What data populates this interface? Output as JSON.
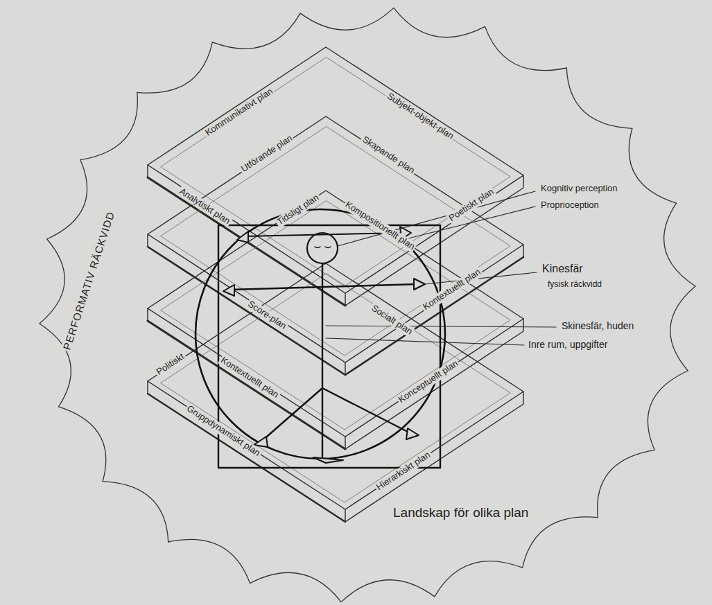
{
  "diagram": {
    "nodes": [
      {
        "text": [
          "PERFORMATIV RÄCKVIDD",
          "Landskap för olika plan"
        ]
      }
    ],
    "labels": [
      "Kommunikativt plan",
      "Subjekt-objekt-plan",
      "Utförande plan",
      "Skapande plan",
      "Analytiskt plan",
      "Poetiskt plan",
      "Tidsligt plan",
      "Kompositionellt plan",
      "Kognitiv perception",
      "Proprioception",
      "Kinesfär",
      "fysisk räckvidd",
      "Kontextuellt plan",
      "Score-plan",
      "Socialt plan",
      "Skinesfär, huden",
      "Inre rum, uppgifter",
      "Politiskt",
      "Kontextuellt plan",
      "Konceptuellt plan",
      "Gruppdynamiskt plan",
      "Hierarkiskt plan"
    ]
  }
}
